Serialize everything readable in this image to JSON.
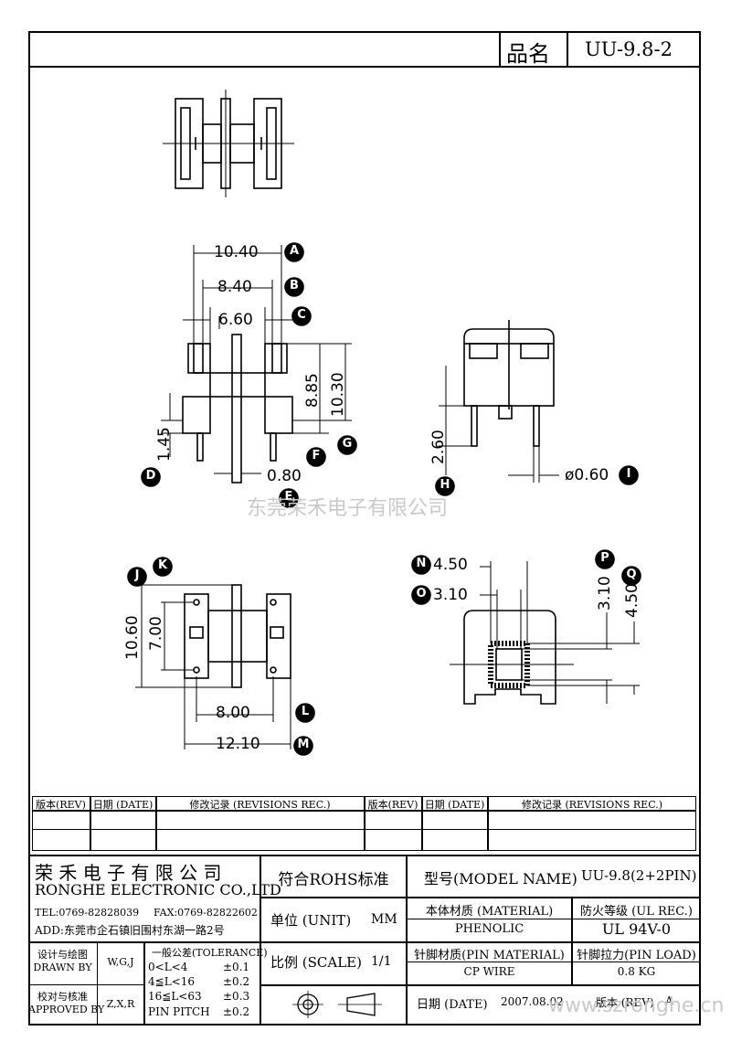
{
  "header": {
    "name_label": "品名",
    "part_number": "UU-9.8-2"
  },
  "dimensions": {
    "A": "A",
    "B": "B",
    "C": "C",
    "D": "D",
    "E": "E",
    "F": "F",
    "G": "G",
    "H": "H",
    "I": "I",
    "J": "J",
    "K": "K",
    "L": "L",
    "M": "M",
    "N": "N",
    "O": "O",
    "P": "P",
    "Q": "Q",
    "a_value": "10.40",
    "b_value": "8.40",
    "c_value": "6.60",
    "d_value": "1.45",
    "e_value": "0.80",
    "f_value": "8.85",
    "g_value": "10.30",
    "h_value": "2.60",
    "i_value": "ø0.60",
    "j_value": "10.60",
    "k_value": "7.00",
    "l_value": "8.00",
    "m_value": "12.10",
    "n_value": "4.50",
    "o_value": "3.10",
    "p_value": "3.10",
    "q_value": "4.50"
  },
  "watermarks": {
    "center": "东莞荣禾电子有限公司",
    "corner": "www.szronghe.cn"
  },
  "revisions": {
    "col_rev": "版本(REV)",
    "col_date": "日期 (DATE)",
    "col_rec": "修改记录 (REVISIONS REC.)",
    "col_rev2": "版本(REV)",
    "col_date2": "日期 (DATE)",
    "col_rec2": "修改记录 (REVISIONS REC.)"
  },
  "title_block": {
    "company_cn": "荣 禾 电 子 有 限 公 司",
    "company_en": "RONGHE ELECTRONIC CO.,LTD",
    "tel": "TEL:0769-82828039",
    "fax": "FAX:0769-82822602",
    "addr": "ADD:东莞市企石镇旧围村东湖一路2号",
    "rohs": "符合ROHS标准",
    "model_label": "型号(MODEL NAME)",
    "model_value": "UU-9.8(2+2PIN)",
    "unit_label": "单位 (UNIT)",
    "unit_value": "MM",
    "material_label": "本体材质 (MATERIAL)",
    "material_value": "PHENOLIC",
    "fire_label": "防火等级 (UL REC.)",
    "fire_value": "UL 94V-0",
    "scale_label": "比例 (SCALE)",
    "scale_value": "1/1",
    "pin_material_label": "针脚材质(PIN MATERIAL)",
    "pin_material_value": "CP WIRE",
    "pin_load_label": "针脚拉力(PIN LOAD)",
    "pin_load_value": "0.8 KG",
    "date_label": "日期 (DATE)",
    "date_value": "2007.08.02",
    "rev_label": "版本 (REV)",
    "rev_value": "A",
    "drawn_cn": "设计与绘图",
    "drawn_en": "DRAWN BY",
    "drawn_value": "W,G,J",
    "approved_cn": "校对与核准",
    "approved_en": "APPROVED BY",
    "approved_value": "Z,X,R",
    "tol_title": "一般公差(TOLERANCE)",
    "tol_rows": [
      {
        "range": "0<L<4",
        "value": "±0.1"
      },
      {
        "range": "4≦L<16",
        "value": "±0.2"
      },
      {
        "range": "16≦L<63",
        "value": "±0.3"
      },
      {
        "range": "PIN PITCH",
        "value": "±0.2"
      }
    ]
  }
}
